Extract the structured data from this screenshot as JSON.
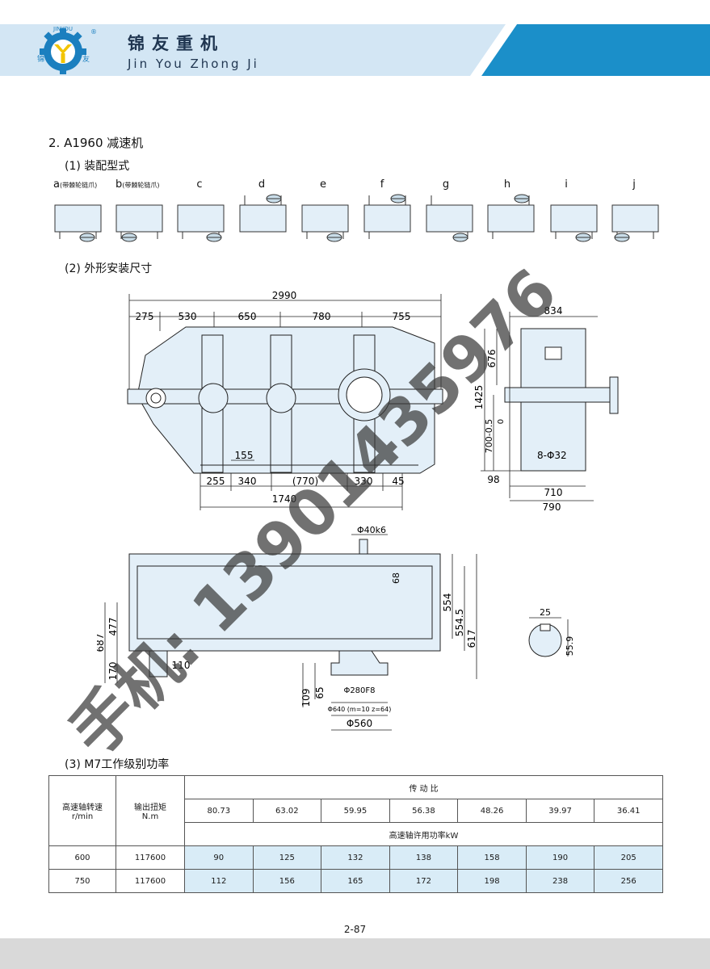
{
  "header": {
    "brand_cn": "锦友重机",
    "brand_en": "Jin You Zhong Ji",
    "logo_text_top": "JINYOU",
    "logo_left_char": "锦",
    "logo_right_char": "友",
    "registered_mark": "®",
    "accent_color": "#1b8fc9",
    "band_color": "#cfe3f3"
  },
  "section_title": "2. A1960 减速机",
  "assembly": {
    "heading": "(1) 装配型式",
    "forms": [
      {
        "label": "a",
        "sub": "(带棘轮链爪)"
      },
      {
        "label": "b",
        "sub": "(带棘轮链爪)"
      },
      {
        "label": "c",
        "sub": ""
      },
      {
        "label": "d",
        "sub": ""
      },
      {
        "label": "e",
        "sub": ""
      },
      {
        "label": "f",
        "sub": ""
      },
      {
        "label": "g",
        "sub": ""
      },
      {
        "label": "h",
        "sub": ""
      },
      {
        "label": "i",
        "sub": ""
      },
      {
        "label": "j",
        "sub": ""
      }
    ]
  },
  "dimensions": {
    "heading": "(2) 外形安装尺寸",
    "front": {
      "overall": "2990",
      "top_segments": [
        "275",
        "530",
        "650",
        "780",
        "755"
      ],
      "bottom_155": "155",
      "bottom_segments": [
        "255",
        "340",
        "(770)",
        "330",
        "45"
      ],
      "bottom_total": "1740"
    },
    "side": {
      "width_top": "834",
      "h_676": "676",
      "h_1425": "1425",
      "tol_0": "0",
      "h_700": "700-0.5",
      "holes": "8-Φ32",
      "w_98": "98",
      "w_710": "710",
      "w_790": "790"
    },
    "top": {
      "shaft": "Φ40k6",
      "d_68": "68",
      "d_554": "554",
      "d_554_5": "554.5",
      "d_617": "617",
      "d_687": "687",
      "d_477": "477",
      "d_170": "170",
      "d_110": "110",
      "d_109": "109",
      "d_65": "65",
      "phi_280": "Φ280F8",
      "phi_640": "Φ640 (m=10 z=64)",
      "phi_560": "Φ560"
    },
    "key": {
      "w_25": "25",
      "h_55_9": "55.9"
    }
  },
  "power_table": {
    "heading": "(3) M7工作级别功率",
    "col_speed": "高速轴转速",
    "col_speed_unit": "r/min",
    "col_torque": "输出扭矩",
    "col_torque_unit": "N.m",
    "ratio_label": "传 动 比",
    "ratios": [
      "80.73",
      "63.02",
      "59.95",
      "56.38",
      "48.26",
      "39.97",
      "36.41"
    ],
    "power_label": "高速轴许用功率kW",
    "rows": [
      {
        "speed": "600",
        "torque": "117600",
        "values": [
          "90",
          "125",
          "132",
          "138",
          "158",
          "190",
          "205"
        ]
      },
      {
        "speed": "750",
        "torque": "117600",
        "values": [
          "112",
          "156",
          "165",
          "172",
          "198",
          "238",
          "256"
        ]
      }
    ]
  },
  "page_number": "2-87",
  "watermark": "手机: 13901435976"
}
